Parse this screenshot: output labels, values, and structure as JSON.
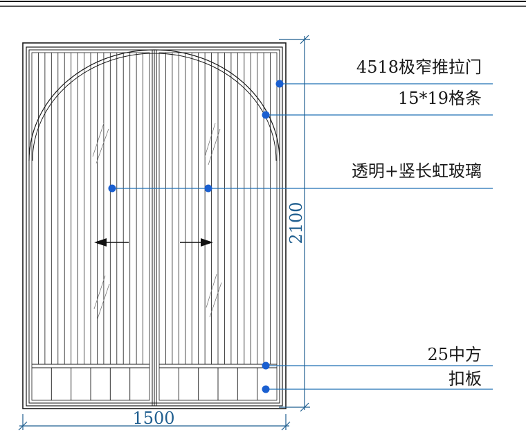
{
  "colors": {
    "line": "#1a1a1a",
    "leader": "#1f6fb3",
    "dot": "#1a5fd0",
    "dimension": "#1f5e8f"
  },
  "labels": {
    "frame": "4518极窄推拉门",
    "mullion": "15*19格条",
    "glass": "透明+竖长虹玻璃",
    "rail": "25中方",
    "panel": "扣板"
  },
  "dimensions": {
    "height": "2100",
    "width": "1500"
  }
}
